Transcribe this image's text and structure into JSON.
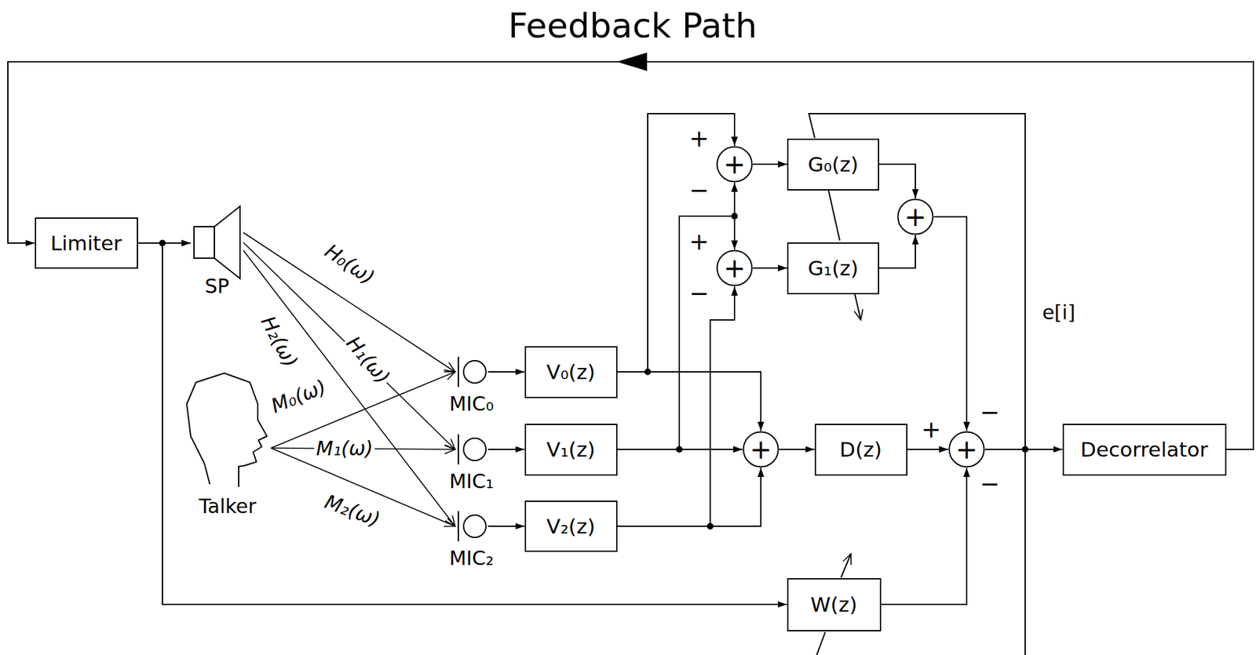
{
  "diagram": {
    "nodes": [
      {
        "text": [
          "Limiter"
        ]
      },
      {
        "text": [
          "SP"
        ]
      },
      {
        "text": [
          "Talker"
        ]
      },
      {
        "text": [
          "MIC₀"
        ]
      },
      {
        "text": [
          "MIC₁"
        ]
      },
      {
        "text": [
          "MIC₂"
        ]
      },
      {
        "text": [
          "V₀(z)"
        ]
      },
      {
        "text": [
          "V₁(z)"
        ]
      },
      {
        "text": [
          "V₂(z)"
        ]
      },
      {
        "text": [
          "+"
        ]
      },
      {
        "text": [
          "+"
        ]
      },
      {
        "text": [
          "G₀(z)"
        ]
      },
      {
        "text": [
          "G₁(z)"
        ]
      },
      {
        "text": [
          "+"
        ]
      },
      {
        "text": [
          "+"
        ]
      },
      {
        "text": [
          "D(z)"
        ]
      },
      {
        "text": [
          "+"
        ]
      },
      {
        "text": [
          "W(z)"
        ]
      },
      {
        "text": [
          "Decorrelator"
        ]
      }
    ],
    "edges": [
      {
        "from": 0,
        "to": 1,
        "arrow": "to"
      },
      {
        "from": 0,
        "to": 17,
        "arrow": "to"
      },
      {
        "from": 1,
        "to": 3,
        "arrow": "to",
        "label": "H₀(ω)"
      },
      {
        "from": 1,
        "to": 4,
        "arrow": "to",
        "label": "H₁(ω)"
      },
      {
        "from": 1,
        "to": 5,
        "arrow": "to",
        "label": "H₂(ω)"
      },
      {
        "from": 2,
        "to": 3,
        "arrow": "to",
        "label": "M₀(ω)"
      },
      {
        "from": 2,
        "to": 4,
        "arrow": "to",
        "label": "M₁(ω)"
      },
      {
        "from": 2,
        "to": 5,
        "arrow": "to",
        "label": "M₂(ω)"
      },
      {
        "from": 3,
        "to": 6,
        "arrow": "to"
      },
      {
        "from": 4,
        "to": 7,
        "arrow": "to"
      },
      {
        "from": 5,
        "to": 8,
        "arrow": "to"
      },
      {
        "from": 6,
        "to": 14,
        "arrow": "to"
      },
      {
        "from": 7,
        "to": 14,
        "arrow": "to"
      },
      {
        "from": 8,
        "to": 14,
        "arrow": "to"
      },
      {
        "from": 6,
        "to": 9,
        "arrow": "to"
      },
      {
        "from": 7,
        "to": 9,
        "arrow": "to"
      },
      {
        "from": 7,
        "to": 10,
        "arrow": "to"
      },
      {
        "from": 8,
        "to": 10,
        "arrow": "to"
      },
      {
        "from": 9,
        "to": 11,
        "arrow": "to"
      },
      {
        "from": 10,
        "to": 12,
        "arrow": "to"
      },
      {
        "from": 11,
        "to": 13,
        "arrow": "to"
      },
      {
        "from": 12,
        "to": 13,
        "arrow": "to"
      },
      {
        "from": 13,
        "to": 16,
        "arrow": "to"
      },
      {
        "from": 14,
        "to": 15,
        "arrow": "to"
      },
      {
        "from": 15,
        "to": 16,
        "arrow": "to"
      },
      {
        "from": 17,
        "to": 16,
        "arrow": "to"
      },
      {
        "from": 16,
        "to": 18,
        "arrow": "to"
      },
      {
        "from": 18,
        "to": 0,
        "arrow": "to",
        "label": "Feedback Path"
      }
    ],
    "labels": [
      "+",
      "−",
      "+",
      "−",
      "+",
      "−",
      "−",
      "e[i]"
    ]
  }
}
